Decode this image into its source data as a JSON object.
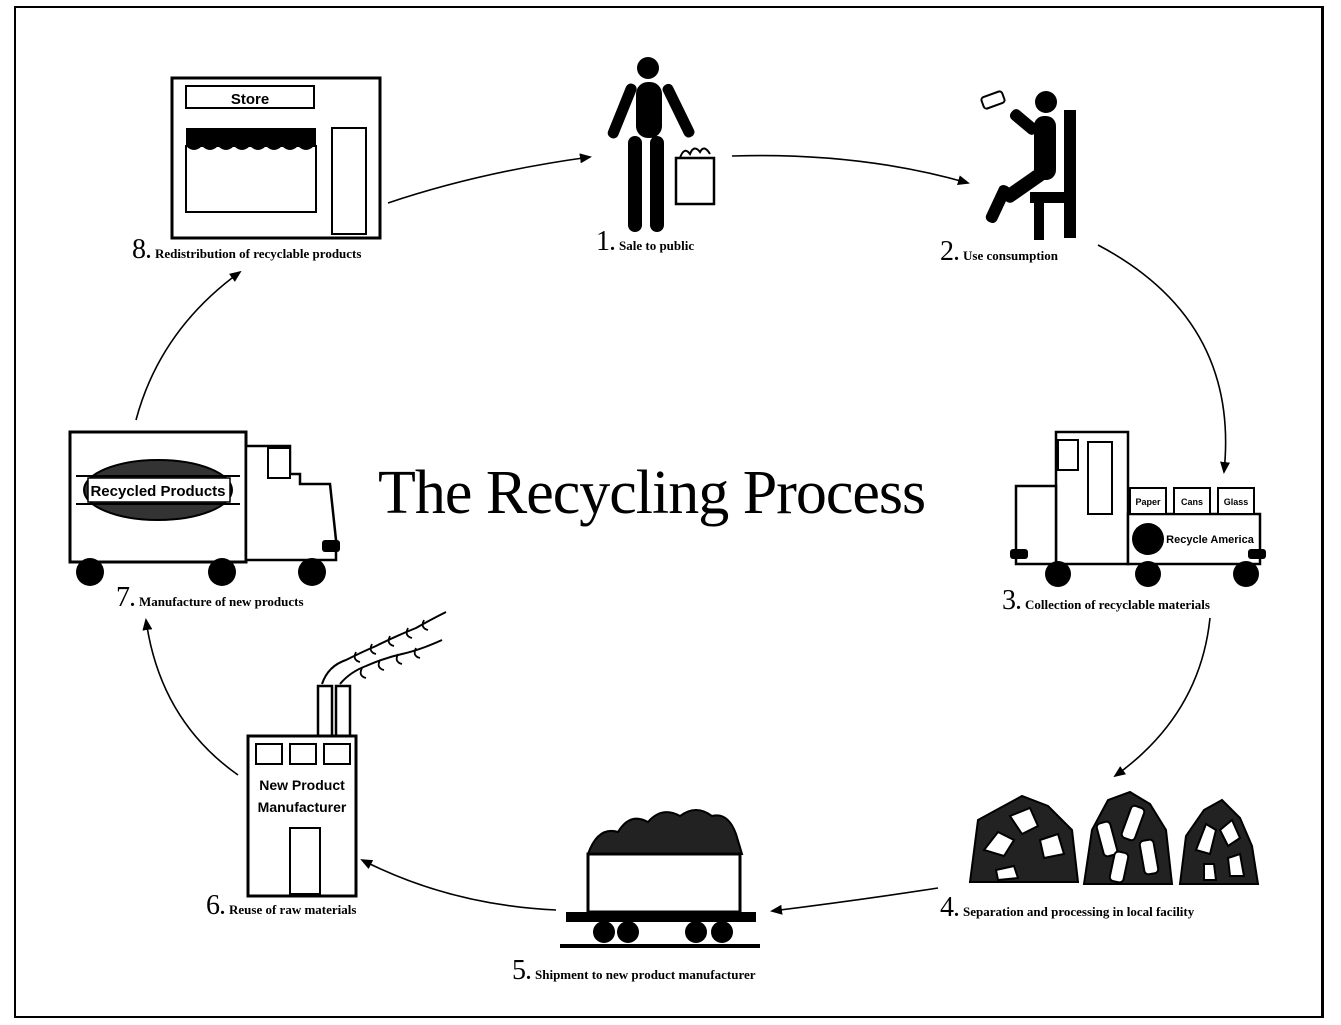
{
  "title": "The Recycling Process",
  "steps": [
    {
      "num": "1",
      "label": "Sale to public"
    },
    {
      "num": "2",
      "label": "Use consumption"
    },
    {
      "num": "3",
      "label": "Collection of recyclable materials"
    },
    {
      "num": "4",
      "label": "Separation and processing in local facility"
    },
    {
      "num": "5",
      "label": "Shipment to new product manufacturer"
    },
    {
      "num": "6",
      "label": "Reuse of raw materials"
    },
    {
      "num": "7",
      "label": "Manufacture of new products"
    },
    {
      "num": "8",
      "label": "Redistribution of recyclable products"
    }
  ],
  "illustrations": {
    "store_sign": "Store",
    "truck_bins": [
      "Paper",
      "Cans",
      "Glass"
    ],
    "truck_logo": "Recycle America",
    "factory_sign_line1": "New Product",
    "factory_sign_line2": "Manufacturer",
    "product_truck_logo": "Recycled Products"
  }
}
